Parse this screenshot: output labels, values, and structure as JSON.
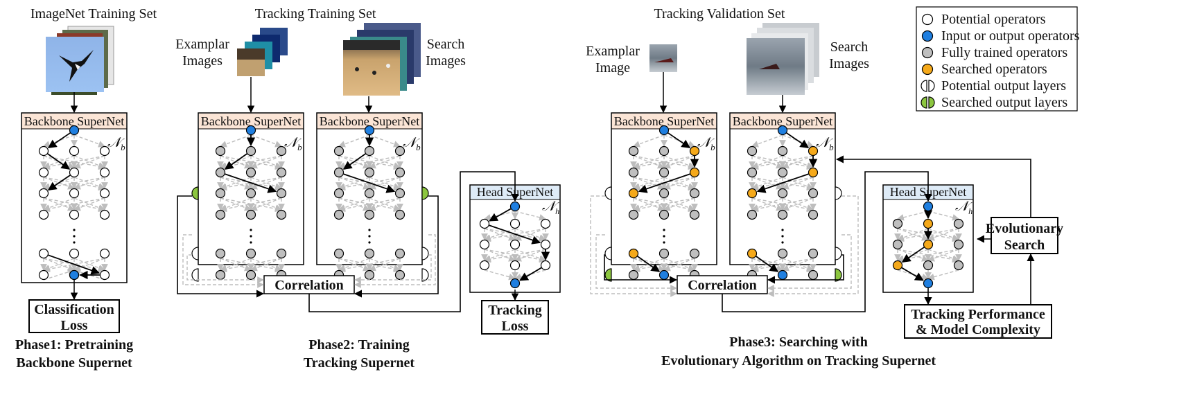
{
  "phase1": {
    "set_label": "ImageNet Training Set",
    "backbone_title": "Backbone SuperNet",
    "nb": "𝒩",
    "nb_sub": "b",
    "loss_line1": "Classification",
    "loss_line2": "Loss",
    "caption_line1": "Phase1: Pretraining",
    "caption_line2": "Backbone Supernet"
  },
  "phase2": {
    "set_label": "Tracking Training Set",
    "examplar_line1": "Examplar",
    "examplar_line2": "Images",
    "search_line1": "Search",
    "search_line2": "Images",
    "backbone_title": "Backbone SuperNet",
    "head_title": "Head SuperNet",
    "nh_sub": "h",
    "correlation": "Correlation",
    "loss_line1": "Tracking",
    "loss_line2": "Loss",
    "caption_line1": "Phase2: Training",
    "caption_line2": "Tracking Supernet"
  },
  "phase3": {
    "set_label": "Tracking Validation Set",
    "examplar_line1": "Examplar",
    "examplar_line2": "Image",
    "search_line1": "Search",
    "search_line2": "Images",
    "backbone_title": "Backbone SuperNet",
    "head_title": "Head SuperNet",
    "correlation": "Correlation",
    "evo_line1": "Evolutionary",
    "evo_line2": "Search",
    "perf_line1": "Tracking Performance",
    "perf_line2": "& Model Complexity",
    "caption_line1": "Phase3: Searching with",
    "caption_line2": "Evolutionary Algorithm on Tracking Supernet"
  },
  "legend": {
    "items": [
      {
        "label": "Potential operators",
        "icon": "circle-white"
      },
      {
        "label": "Input or output operators",
        "icon": "circle-blue"
      },
      {
        "label": "Fully trained operators",
        "icon": "circle-gray"
      },
      {
        "label": "Searched operators",
        "icon": "circle-orange"
      },
      {
        "label": "Potential output layers",
        "icon": "half-circles-white"
      },
      {
        "label": "Searched output layers",
        "icon": "half-circles-green"
      }
    ]
  },
  "colors": {
    "backbone_header": "#fbe5d6",
    "head_header": "#deebf7",
    "blue_node": "#1f7fe0",
    "gray_node": "#bfbfbf",
    "orange_node": "#f5a91a",
    "green_layer": "#8cc63f",
    "dashed_edge": "#bdbdbd"
  }
}
